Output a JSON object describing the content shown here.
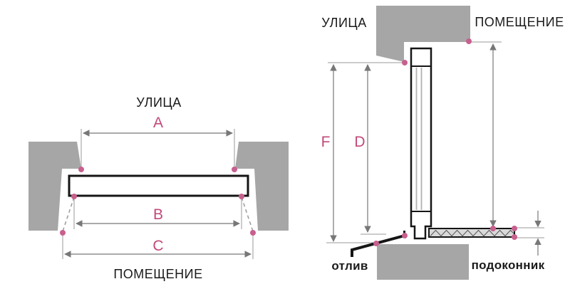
{
  "colors": {
    "accent_pink": "#c2497a",
    "dot_pink": "#c7608e",
    "wall_gray": "#a6a6a6",
    "dim_line_gray": "#777777",
    "ext_line_gray": "#9a9a9a",
    "drawing_black": "#151515",
    "sill_fill": "#d9d9d9",
    "text_black": "#1a1a1a"
  },
  "left_diagram": {
    "street_label": "УЛИЦА",
    "room_label": "ПОМЕЩЕНИЕ",
    "dim_width_top": "A",
    "dim_width_frame": "B",
    "dim_width_bottom": "C"
  },
  "right_diagram": {
    "street_label": "УЛИЦА",
    "room_label": "ПОМЕЩЕНИЕ",
    "dim_height_outer": "F",
    "dim_height_frame": "D",
    "drip_label": "отлив",
    "sill_label": "подоконник"
  }
}
